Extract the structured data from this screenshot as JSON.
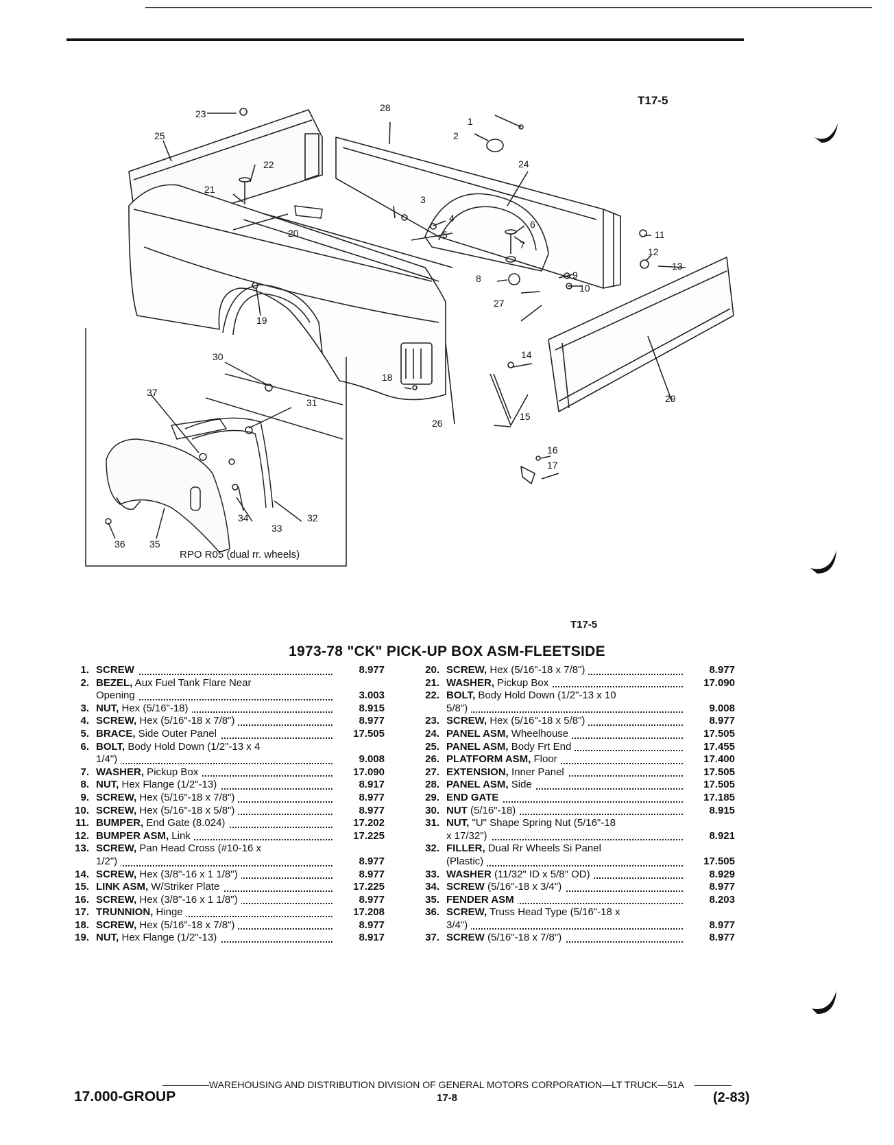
{
  "figure": {
    "ref_top": "T17-5",
    "ref_bottom": "T17-5",
    "inset_caption": "RPO R05 (dual rr. wheels)",
    "callouts": [
      "1",
      "2",
      "3",
      "4",
      "5",
      "6",
      "7",
      "8",
      "9",
      "10",
      "11",
      "12",
      "13",
      "14",
      "15",
      "16",
      "17",
      "18",
      "19",
      "20",
      "21",
      "22",
      "23",
      "24",
      "25",
      "26",
      "27",
      "28",
      "29",
      "30",
      "31",
      "32",
      "33",
      "34",
      "35",
      "36",
      "37"
    ]
  },
  "title": "1973-78 \"CK\" PICK-UP BOX ASM-FLEETSIDE",
  "left_rows": [
    {
      "num": "1.",
      "name": "SCREW",
      "detail": "",
      "code": "8.977"
    },
    {
      "num": "2.",
      "name": "BEZEL,",
      "detail": " Aux Fuel Tank Flare Near",
      "code": "",
      "nodots": true
    },
    {
      "num": "",
      "name": "",
      "detail": "Opening",
      "code": "3.003"
    },
    {
      "num": "3.",
      "name": "NUT,",
      "detail": " Hex (5/16\"-18)",
      "code": "8.915"
    },
    {
      "num": "4.",
      "name": "SCREW,",
      "detail": " Hex (5/16\"-18 x 7/8\")",
      "code": "8.977"
    },
    {
      "num": "5.",
      "name": "BRACE,",
      "detail": " Side Outer Panel",
      "code": "17.505"
    },
    {
      "num": "6.",
      "name": "BOLT,",
      "detail": " Body Hold Down (1/2\"-13 x 4",
      "code": "",
      "nodots": true
    },
    {
      "num": "",
      "name": "",
      "detail": "1/4\")",
      "code": "9.008"
    },
    {
      "num": "7.",
      "name": "WASHER,",
      "detail": " Pickup Box",
      "code": "17.090"
    },
    {
      "num": "8.",
      "name": "NUT,",
      "detail": " Hex Flange (1/2\"-13)",
      "code": "8.917"
    },
    {
      "num": "9.",
      "name": "SCREW,",
      "detail": " Hex (5/16\"-18 x 7/8\")",
      "code": "8.977"
    },
    {
      "num": "10.",
      "name": "SCREW,",
      "detail": " Hex (5/16\"-18 x 5/8\")",
      "code": "8.977"
    },
    {
      "num": "11.",
      "name": "BUMPER,",
      "detail": " End Gate (8.024)",
      "code": "17.202"
    },
    {
      "num": "12.",
      "name": "BUMPER ASM,",
      "detail": " Link",
      "code": "17.225"
    },
    {
      "num": "13.",
      "name": "SCREW,",
      "detail": " Pan Head Cross (#10-16 x",
      "code": "",
      "nodots": true
    },
    {
      "num": "",
      "name": "",
      "detail": "1/2\")",
      "code": "8.977"
    },
    {
      "num": "14.",
      "name": "SCREW,",
      "detail": " Hex (3/8\"-16 x 1 1/8\")",
      "code": "8.977"
    },
    {
      "num": "15.",
      "name": "LINK ASM,",
      "detail": " W/Striker Plate",
      "code": "17.225"
    },
    {
      "num": "16.",
      "name": "SCREW,",
      "detail": " Hex (3/8\"-16 x 1 1/8\")",
      "code": "8.977"
    },
    {
      "num": "17.",
      "name": "TRUNNION,",
      "detail": " Hinge",
      "code": "17.208"
    },
    {
      "num": "18.",
      "name": "SCREW,",
      "detail": " Hex (5/16\"-18 x 7/8\")",
      "code": "8.977"
    },
    {
      "num": "19.",
      "name": "NUT,",
      "detail": " Hex Flange (1/2\"-13)",
      "code": "8.917"
    }
  ],
  "right_rows": [
    {
      "num": "20.",
      "name": "SCREW,",
      "detail": " Hex (5/16\"-18 x 7/8\")",
      "code": "8.977"
    },
    {
      "num": "21.",
      "name": "WASHER,",
      "detail": " Pickup Box",
      "code": "17.090"
    },
    {
      "num": "22.",
      "name": "BOLT,",
      "detail": " Body Hold Down (1/2\"-13 x 10",
      "code": "",
      "nodots": true
    },
    {
      "num": "",
      "name": "",
      "detail": "5/8\")",
      "code": "9.008"
    },
    {
      "num": "23.",
      "name": "SCREW,",
      "detail": " Hex (5/16\"-18 x 5/8\")",
      "code": "8.977"
    },
    {
      "num": "24.",
      "name": "PANEL ASM,",
      "detail": " Wheelhouse",
      "code": "17.505"
    },
    {
      "num": "25.",
      "name": "PANEL ASM,",
      "detail": " Body Frt End",
      "code": "17.455"
    },
    {
      "num": "26.",
      "name": "PLATFORM ASM,",
      "detail": " Floor",
      "code": "17.400"
    },
    {
      "num": "27.",
      "name": "EXTENSION,",
      "detail": " Inner Panel",
      "code": "17.505"
    },
    {
      "num": "28.",
      "name": "PANEL ASM,",
      "detail": " Side",
      "code": "17.505"
    },
    {
      "num": "29.",
      "name": "END GATE",
      "detail": "",
      "code": "17.185"
    },
    {
      "num": "30.",
      "name": "NUT",
      "detail": " (5/16\"-18)",
      "code": "8.915"
    },
    {
      "num": "31.",
      "name": "NUT,",
      "detail": " \"U\" Shape Spring Nut (5/16\"-18",
      "code": "",
      "nodots": true
    },
    {
      "num": "",
      "name": "",
      "detail": "x 17/32\")",
      "code": "8.921"
    },
    {
      "num": "32.",
      "name": "FILLER,",
      "detail": " Dual Rr Wheels Si Panel",
      "code": "",
      "nodots": true
    },
    {
      "num": "",
      "name": "",
      "detail": "(Plastic)",
      "code": "17.505"
    },
    {
      "num": "33.",
      "name": "WASHER",
      "detail": " (11/32\" ID x 5/8\" OD)",
      "code": "8.929"
    },
    {
      "num": "34.",
      "name": "SCREW",
      "detail": " (5/16\"-18 x 3/4\")",
      "code": "8.977"
    },
    {
      "num": "35.",
      "name": "FENDER ASM",
      "detail": "",
      "code": "8.203"
    },
    {
      "num": "36.",
      "name": "SCREW,",
      "detail": " Truss Head Type (5/16\"-18 x",
      "code": "",
      "nodots": true
    },
    {
      "num": "",
      "name": "",
      "detail": "3/4\")",
      "code": "8.977"
    },
    {
      "num": "37.",
      "name": "SCREW",
      "detail": " (5/16\"-18 x 7/8\")",
      "code": "8.977"
    }
  ],
  "footer": {
    "line": "WAREHOUSING AND DISTRIBUTION DIVISION OF GENERAL MOTORS CORPORATION—LT TRUCK—51A",
    "group": "17.000-GROUP",
    "page": "17-8",
    "date": "(2-83)"
  }
}
